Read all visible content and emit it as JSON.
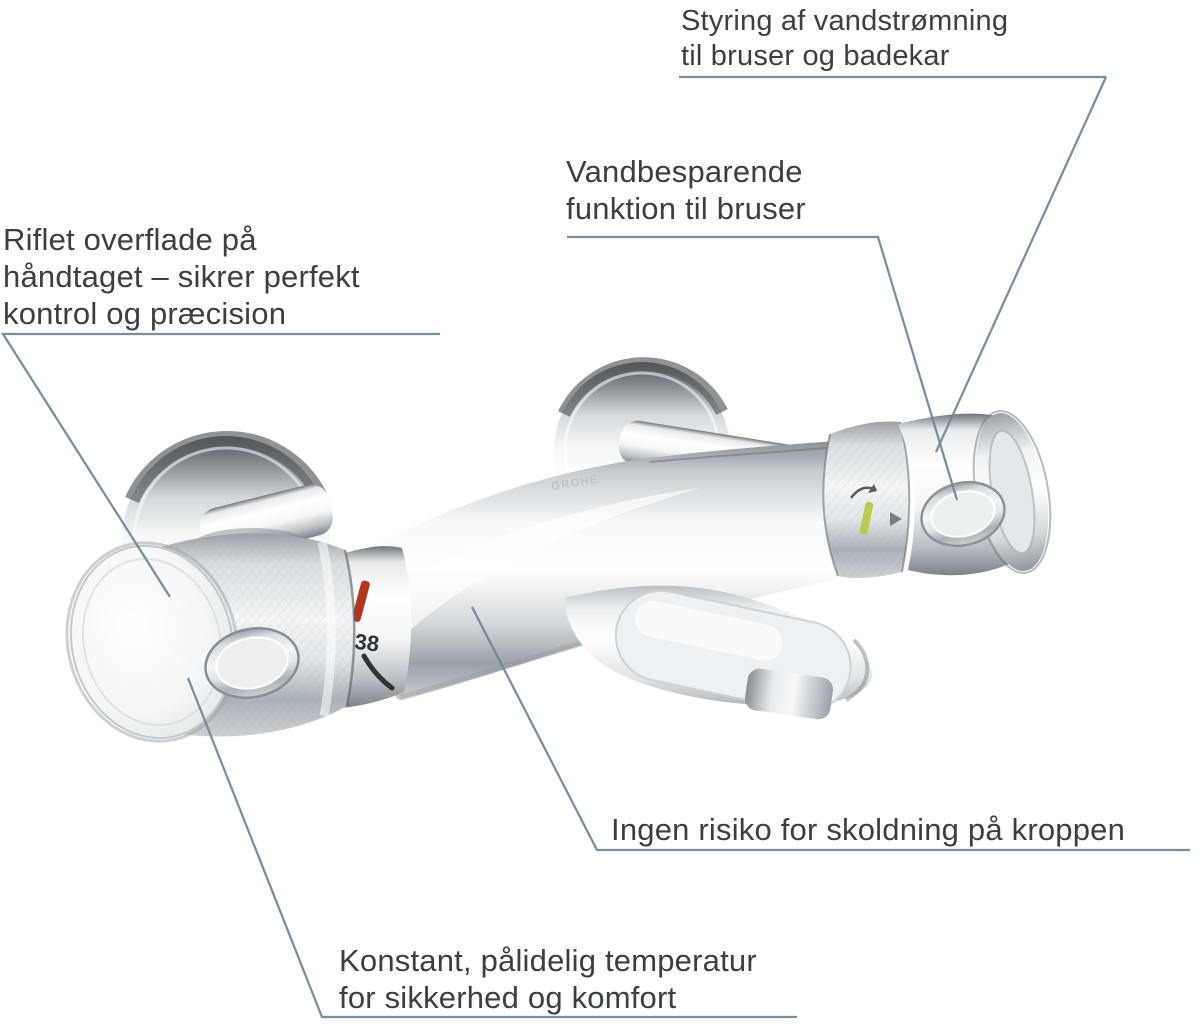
{
  "page": {
    "background": "#ffffff"
  },
  "colors": {
    "callout_line": "#6f8594",
    "label_text": "#3c3f42",
    "red_indicator": "#b23421",
    "green_indicator": "#b9cc4e"
  },
  "product": {
    "brand_engraving": "GROHE",
    "temperature_marking": "38"
  },
  "annotations": {
    "flow_control": {
      "lines": [
        "Styring af vandstrømning",
        "til bruser og badekar"
      ]
    },
    "water_saving": {
      "lines": [
        "Vandbesparende",
        "funktion til bruser"
      ]
    },
    "grip_texture": {
      "lines": [
        "Riflet overflade på",
        "håndtaget – sikrer perfekt",
        "kontrol og præcision"
      ]
    },
    "anti_scald": {
      "lines": [
        "Ingen risiko for skoldning på kroppen"
      ]
    },
    "constant_temp": {
      "lines": [
        "Konstant, pålidelig temperatur",
        "for sikkerhed og komfort"
      ]
    }
  }
}
